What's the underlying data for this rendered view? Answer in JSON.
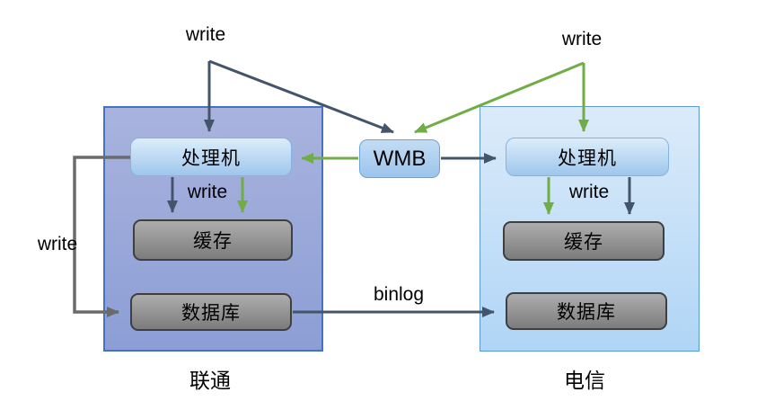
{
  "colors": {
    "dark_arrow": "#44546A",
    "green_arrow": "#70AD47",
    "gray_arrow": "#6B6B6B",
    "left_panel_border": "#4472C4",
    "right_panel_border": "#5B9BD5",
    "left_panel_fill": "#98A8D9",
    "right_panel_fill": "#C5E0F9",
    "node_blue_fill": "#AFD0EF",
    "node_gray_fill": "#949494"
  },
  "labels": {
    "write_top_left": "write",
    "write_top_right": "write",
    "write_inner_left": "write",
    "write_inner_right": "write",
    "write_outer_left": "write",
    "binlog": "binlog"
  },
  "nodes": {
    "wmb": "WMB",
    "left": {
      "title": "联通",
      "processor": "处理机",
      "cache": "缓存",
      "database": "数据库"
    },
    "right": {
      "title": "电信",
      "processor": "处理机",
      "cache": "缓存",
      "database": "数据库"
    }
  }
}
